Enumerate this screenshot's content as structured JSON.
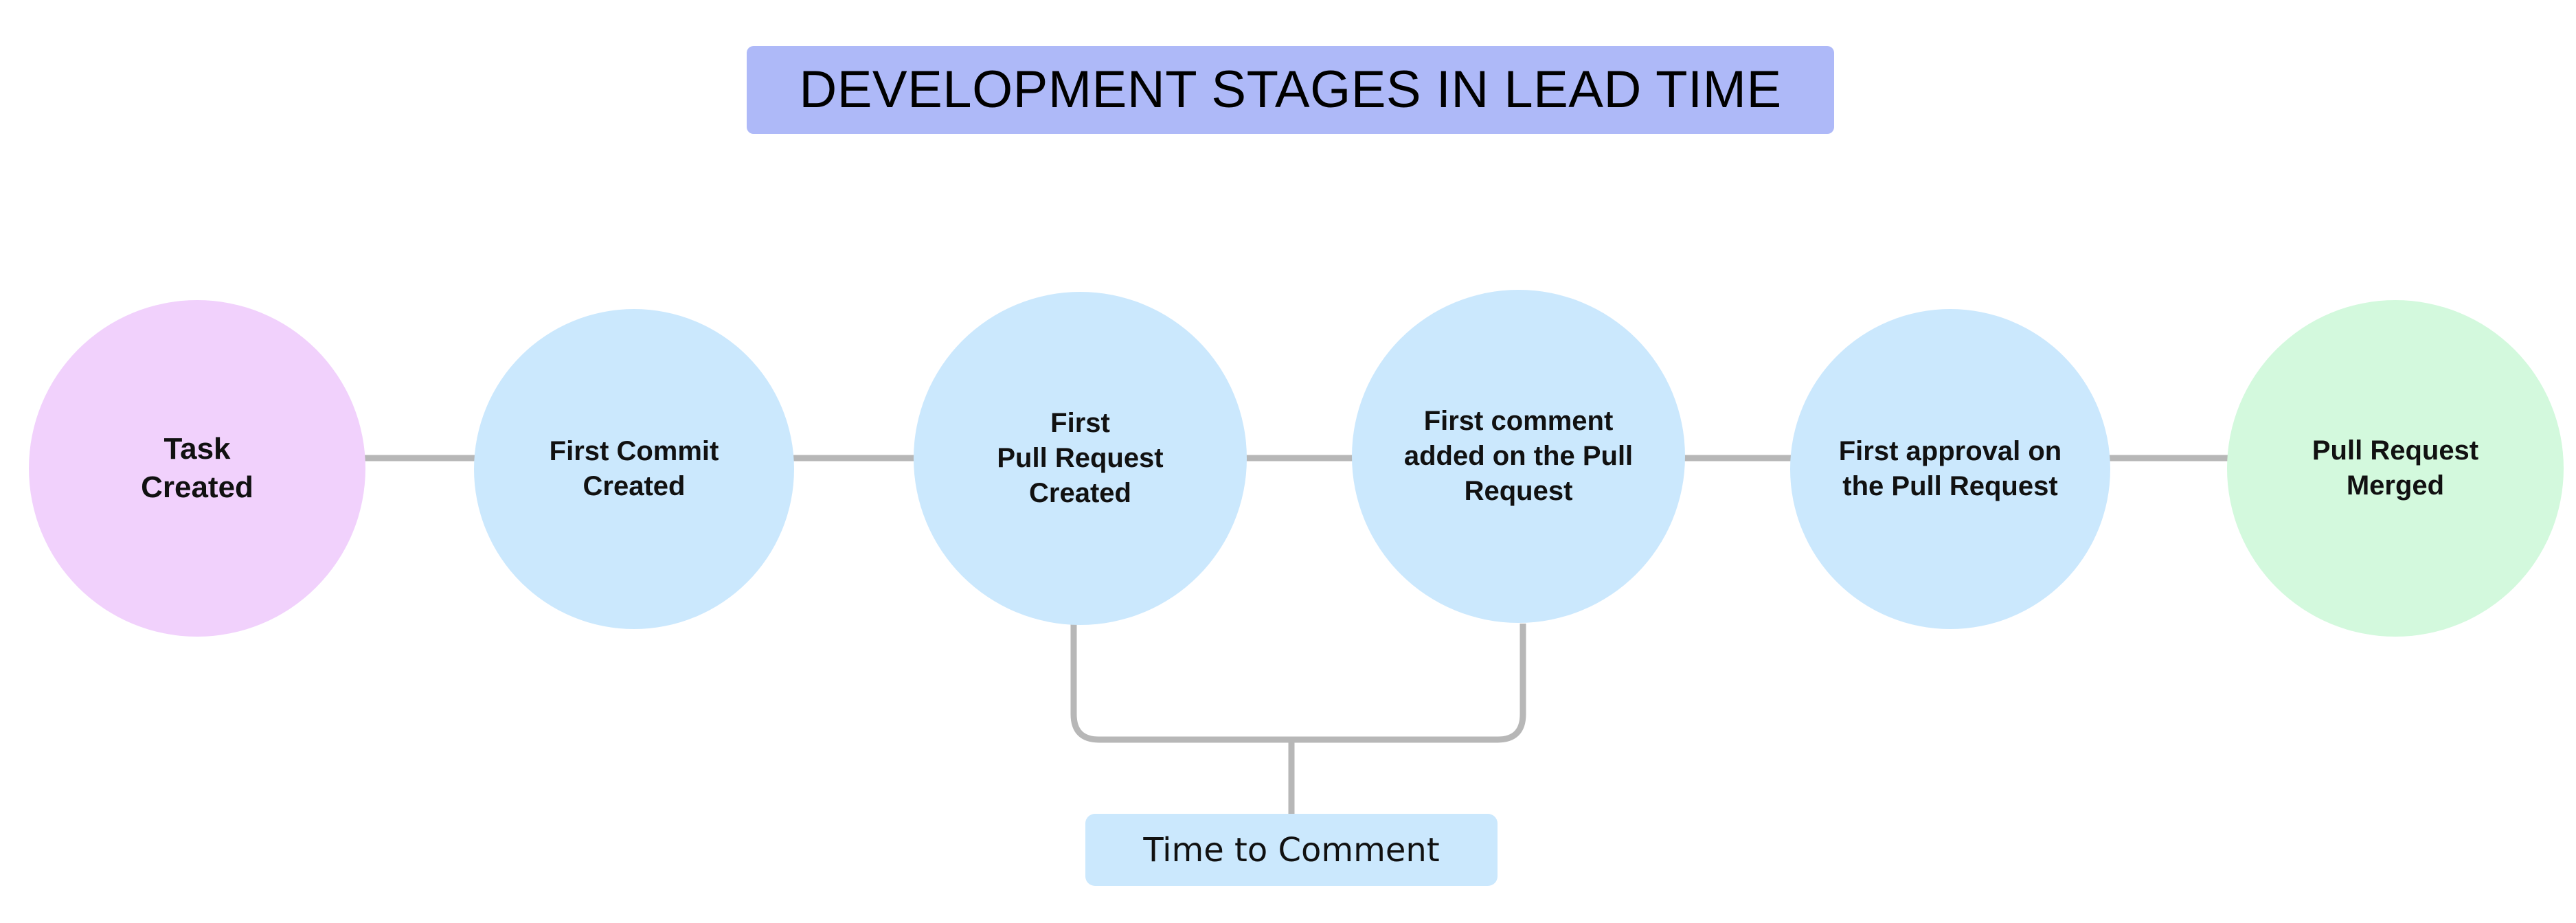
{
  "title": {
    "text": "DEVELOPMENT STAGES IN LEAD TIME",
    "background_color": "#aeb9f8",
    "text_color": "#000000"
  },
  "diagram": {
    "type": "flow-timeline",
    "orientation": "horizontal",
    "connector_color": "#b7b7b7",
    "nodes": [
      {
        "id": "task-created",
        "label": "Task\nCreated",
        "shape": "circle",
        "color": "#f1d1fc"
      },
      {
        "id": "first-commit-created",
        "label": "First Commit\nCreated",
        "shape": "circle",
        "color": "#cbe8fd"
      },
      {
        "id": "first-pull-request-created",
        "label": "First\nPull Request\nCreated",
        "shape": "circle",
        "color": "#cbe8fd"
      },
      {
        "id": "first-comment-on-pull-request",
        "label": "First comment\nadded on the Pull\nRequest",
        "shape": "circle",
        "color": "#cbe8fd"
      },
      {
        "id": "first-approval-on-pull-request",
        "label": "First approval on\nthe Pull Request",
        "shape": "circle",
        "color": "#cbe8fd"
      },
      {
        "id": "pull-request-merged",
        "label": "Pull Request\nMerged",
        "shape": "circle",
        "color": "#d3f9dd"
      }
    ],
    "edge_labels": [
      {
        "id": "time-to-comment",
        "text": "Time to Comment",
        "background_color": "#cbe8fd",
        "from_node": "first-pull-request-created",
        "to_node": "first-comment-on-pull-request"
      }
    ]
  }
}
